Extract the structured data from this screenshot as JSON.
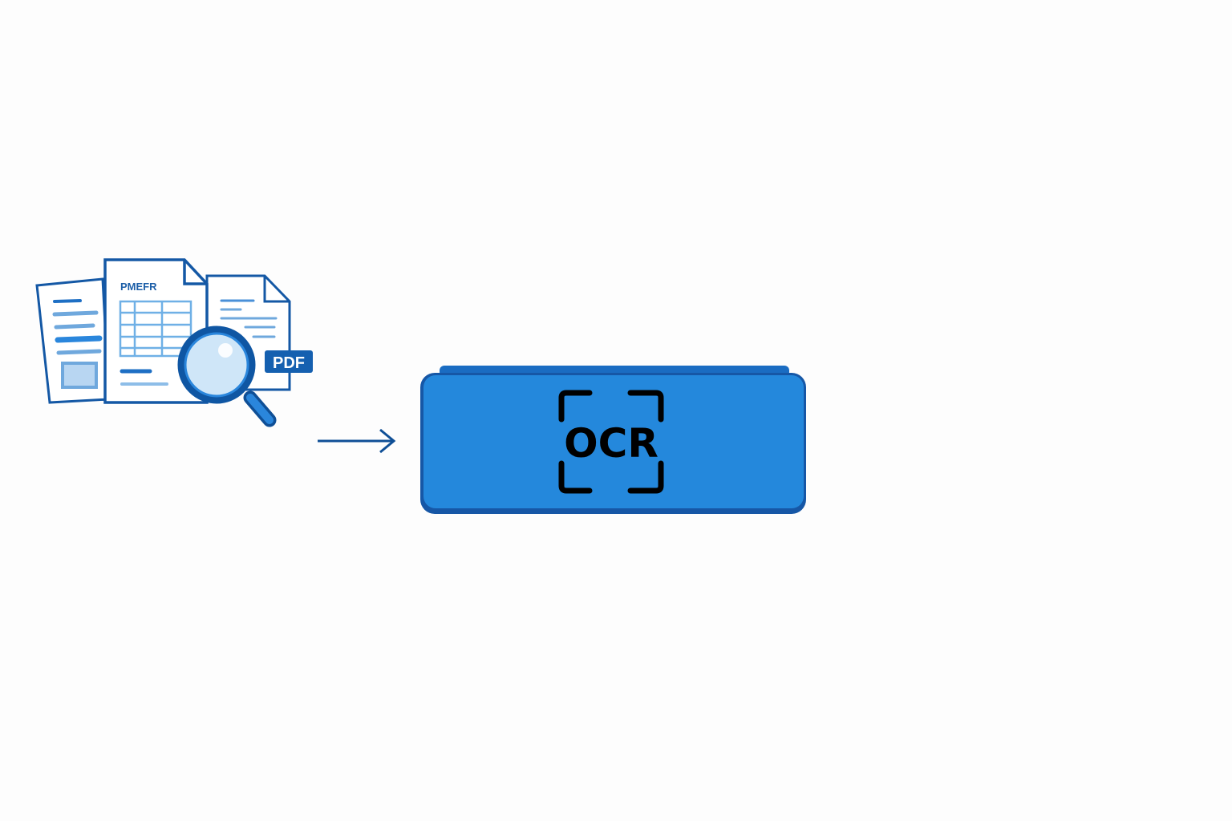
{
  "diagram": {
    "documents": {
      "doc_title": "PMEFR",
      "pdf_badge": "PDF"
    },
    "ocr_box": {
      "label": "OCR"
    },
    "colors": {
      "primary": "#0f56a3",
      "box_fill": "#2488dc",
      "light": "#6fb0e6",
      "lens": "#cfe6f8"
    }
  }
}
